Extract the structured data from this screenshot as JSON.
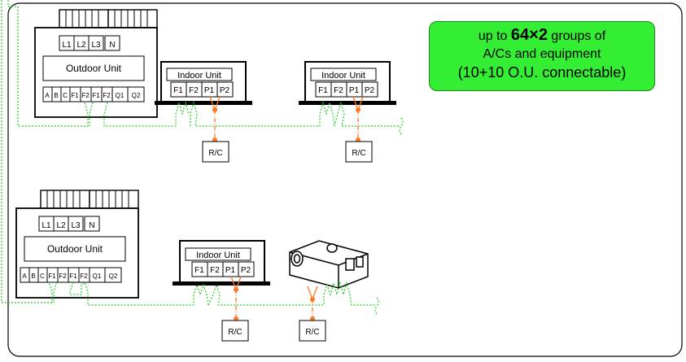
{
  "labels": {
    "outdoor_unit": "Outdoor Unit",
    "indoor_unit": "Indoor Unit",
    "remote_controller": "R/C"
  },
  "power_terminals": [
    "L1",
    "L2",
    "L3",
    "N"
  ],
  "outdoor_terminals": [
    "A",
    "B",
    "C",
    "F1",
    "F2",
    "F1",
    "F2",
    "Q1",
    "Q2"
  ],
  "indoor_terminals": [
    "F1",
    "F2",
    "P1",
    "P2"
  ],
  "callout": {
    "prefix": "up to",
    "count": "64×2",
    "suffix": "groups of",
    "line2": "A/Cs and equipment",
    "line3": "(10+10 O.U. connectable)"
  },
  "colors": {
    "bus_wire": "#22cc22",
    "remote_wire": "#ff7722",
    "callout_fill": "#33ee33",
    "outline": "#000000"
  }
}
